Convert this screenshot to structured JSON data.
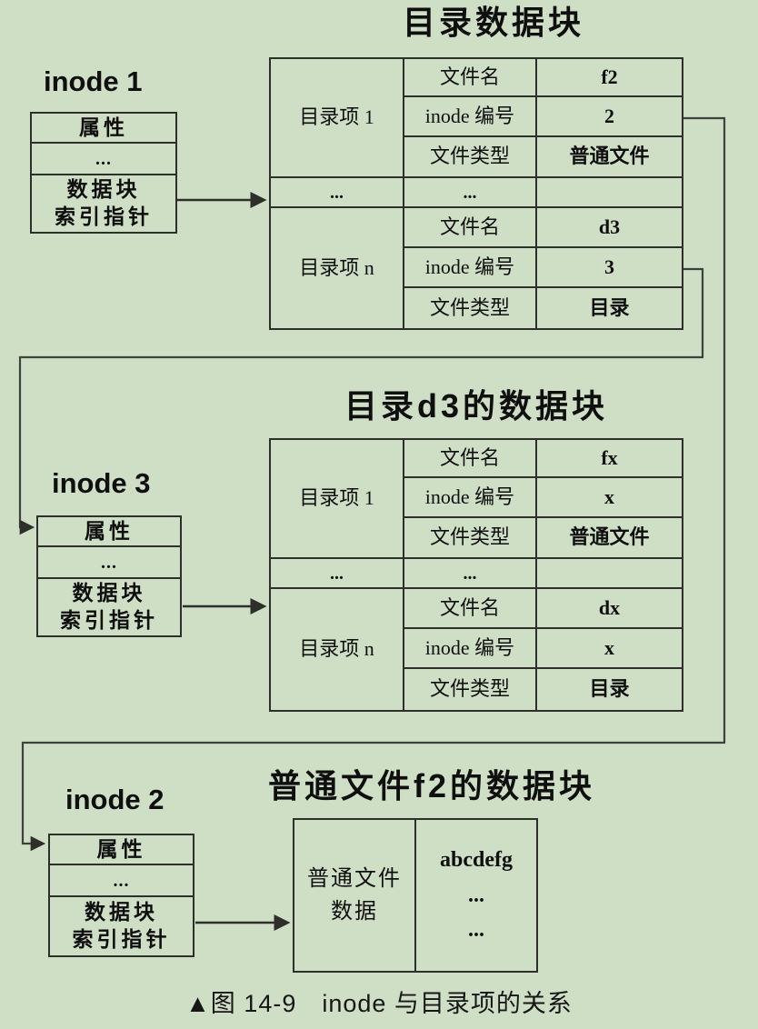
{
  "colors": {
    "background": "#cfdfc6",
    "line": "#2e2e2a",
    "connector": "#3d423a",
    "text": "#0f0f0f"
  },
  "caption": "▲图 14-9　inode 与目录项的关系",
  "top": {
    "title": "目录数据块",
    "inode": {
      "label": "inode 1",
      "attr": "属性",
      "dots": "...",
      "ptr_line1": "数据块",
      "ptr_line2": "索引指针"
    },
    "table": {
      "entry1_label": "目录项 1",
      "entryn_label": "目录项 n",
      "dots_col1": "...",
      "dots_col2": "...",
      "entry1_rows": [
        {
          "field": "文件名",
          "value": "f2"
        },
        {
          "field": "inode 编号",
          "value": "2"
        },
        {
          "field": "文件类型",
          "value": "普通文件"
        }
      ],
      "entryn_rows": [
        {
          "field": "文件名",
          "value": "d3"
        },
        {
          "field": "inode 编号",
          "value": "3"
        },
        {
          "field": "文件类型",
          "value": "目录"
        }
      ]
    }
  },
  "middle": {
    "title": "目录d3的数据块",
    "inode": {
      "label": "inode 3",
      "attr": "属性",
      "dots": "...",
      "ptr_line1": "数据块",
      "ptr_line2": "索引指针"
    },
    "table": {
      "entry1_label": "目录项 1",
      "entryn_label": "目录项 n",
      "dots_col1": "...",
      "dots_col2": "...",
      "entry1_rows": [
        {
          "field": "文件名",
          "value": "fx"
        },
        {
          "field": "inode 编号",
          "value": "x"
        },
        {
          "field": "文件类型",
          "value": "普通文件"
        }
      ],
      "entryn_rows": [
        {
          "field": "文件名",
          "value": "dx"
        },
        {
          "field": "inode 编号",
          "value": "x"
        },
        {
          "field": "文件类型",
          "value": "目录"
        }
      ]
    }
  },
  "bottom": {
    "title": "普通文件f2的数据块",
    "inode": {
      "label": "inode 2",
      "attr": "属性",
      "dots": "...",
      "ptr_line1": "数据块",
      "ptr_line2": "索引指针"
    },
    "file_block": {
      "left_line1": "普通文件",
      "left_line2": "数据",
      "content_lines": [
        "abcdefg",
        "...",
        "..."
      ]
    }
  }
}
